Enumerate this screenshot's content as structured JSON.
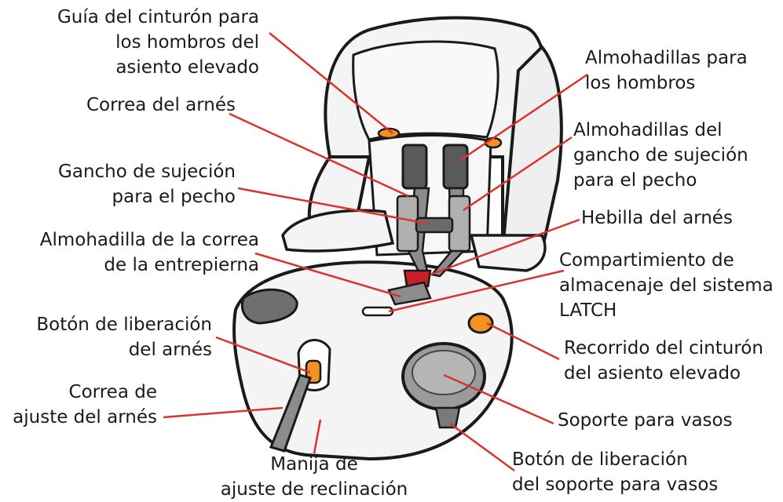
{
  "colors": {
    "leader": "#d9342b",
    "outline": "#1a1a1a",
    "seat_fill": "#f4f4f4",
    "accent_orange": "#f39221",
    "strap_gray": "#8c8c8c",
    "pad_dark": "#5a5a5a",
    "buckle_red": "#c8202a"
  },
  "labels": {
    "shoulder_belt_guide": [
      "Guía del cinturón para",
      "los hombros del",
      "asiento elevado"
    ],
    "harness_strap": [
      "Correa del arnés"
    ],
    "chest_clip": [
      "Gancho de sujeción",
      "para el pecho"
    ],
    "crotch_strap_pad": [
      "Almohadilla de la correa",
      "de la entrepierna"
    ],
    "harness_release_button": [
      "Botón de liberación",
      "del arnés"
    ],
    "harness_adjust_strap": [
      "Correa de",
      "ajuste del arnés"
    ],
    "recline_handle": [
      "Manija de",
      "ajuste de reclinación"
    ],
    "shoulder_pads": [
      "Almohadillas para",
      "los hombros"
    ],
    "chest_clip_pads": [
      "Almohadillas del",
      "gancho de sujeción",
      "para el pecho"
    ],
    "harness_buckle": [
      "Hebilla del arnés"
    ],
    "latch_storage": [
      "Compartimiento de",
      "almacenaje del sistema",
      "LATCH"
    ],
    "booster_belt_path": [
      "Recorrido del cinturón",
      "del asiento elevado"
    ],
    "cup_holder": [
      "Soporte para vasos"
    ],
    "cup_holder_release": [
      "Botón de liberación",
      "del soporte para vasos"
    ]
  }
}
